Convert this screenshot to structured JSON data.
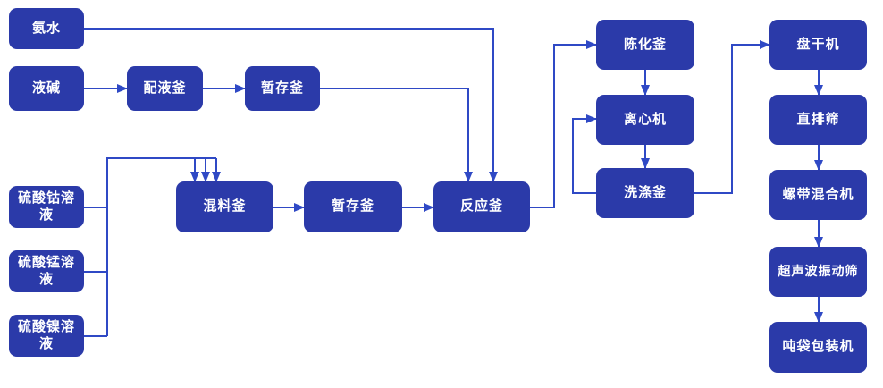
{
  "diagram": {
    "type": "process-flow",
    "title": "",
    "colors": {
      "node_fill": "#2b3aa9",
      "node_text": "#ffffff",
      "connector": "#2f49c5",
      "background": "#ffffff"
    },
    "nodes": {
      "ammonia_water": "氨水",
      "caustic_soda": "液碱",
      "prep_kettle": "配液釜",
      "buffer_kettle_1": "暂存釜",
      "cobalt_sulfate": "硫酸钴溶液",
      "manganese_sulfate": "硫酸锰溶液",
      "nickel_sulfate": "硫酸镍溶液",
      "mixing_kettle": "混料釜",
      "buffer_kettle_2": "暂存釜",
      "reaction_kettle": "反应釜",
      "aging_kettle": "陈化釜",
      "centrifuge": "离心机",
      "washing_kettle": "洗涤釜",
      "disc_dryer": "盘干机",
      "straight_sieve": "直排筛",
      "ribbon_mixer": "螺带混合机",
      "ultrasonic_sieve": "超声波振动筛",
      "bag_packer": "吨袋包装机"
    },
    "edges": [
      {
        "from": "ammonia_water",
        "to": "reaction_kettle"
      },
      {
        "from": "caustic_soda",
        "to": "prep_kettle"
      },
      {
        "from": "prep_kettle",
        "to": "buffer_kettle_1"
      },
      {
        "from": "buffer_kettle_1",
        "to": "reaction_kettle"
      },
      {
        "from": "cobalt_sulfate",
        "to": "mixing_kettle"
      },
      {
        "from": "manganese_sulfate",
        "to": "mixing_kettle"
      },
      {
        "from": "nickel_sulfate",
        "to": "mixing_kettle"
      },
      {
        "from": "mixing_kettle",
        "to": "buffer_kettle_2"
      },
      {
        "from": "buffer_kettle_2",
        "to": "reaction_kettle"
      },
      {
        "from": "reaction_kettle",
        "to": "aging_kettle"
      },
      {
        "from": "aging_kettle",
        "to": "centrifuge"
      },
      {
        "from": "centrifuge",
        "to": "washing_kettle"
      },
      {
        "from": "washing_kettle",
        "to": "centrifuge"
      },
      {
        "from": "washing_kettle",
        "to": "disc_dryer"
      },
      {
        "from": "disc_dryer",
        "to": "straight_sieve"
      },
      {
        "from": "straight_sieve",
        "to": "ribbon_mixer"
      },
      {
        "from": "ribbon_mixer",
        "to": "ultrasonic_sieve"
      },
      {
        "from": "ultrasonic_sieve",
        "to": "bag_packer"
      }
    ]
  }
}
